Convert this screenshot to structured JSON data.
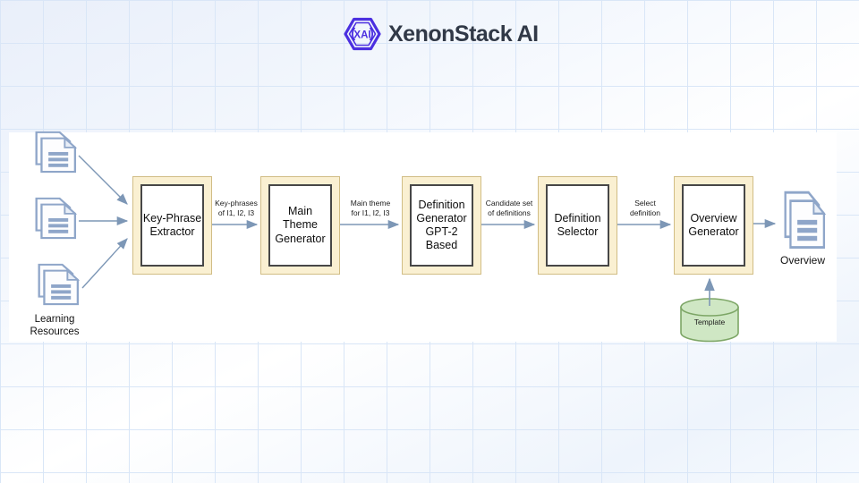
{
  "logo": {
    "brand": "XenonStack AI",
    "icon_text": "XAI"
  },
  "diagram": {
    "source": {
      "label": "Learning\nResources"
    },
    "boxes": [
      {
        "label": "Key-Phrase\nExtractor"
      },
      {
        "label": "Main Theme\nGenerator"
      },
      {
        "label": "Definition\nGenerator\nGPT-2\nBased"
      },
      {
        "label": "Definition\nSelector"
      },
      {
        "label": "Overview\nGenerator"
      }
    ],
    "arrow_labels": [
      "Key-phrases\nof I1, I2, I3",
      "Main theme\nfor I1, I2, I3",
      "Candidate set\nof definitions",
      "Select\ndefinition"
    ],
    "datastore": {
      "label": "Template"
    },
    "output": {
      "label": "Overview"
    }
  },
  "colors": {
    "accent": "#4b2fe0",
    "brand_text": "#313947",
    "box_fill": "#faf0d2",
    "box_border": "#d1bd85",
    "inner_border": "#474747",
    "arrow": "#7d97b6",
    "doc_stroke": "#8fa6c9",
    "db_fill": "#cfe7c4",
    "db_stroke": "#7da666",
    "panel": "#ffffff",
    "grid": "#d9e6f7"
  }
}
